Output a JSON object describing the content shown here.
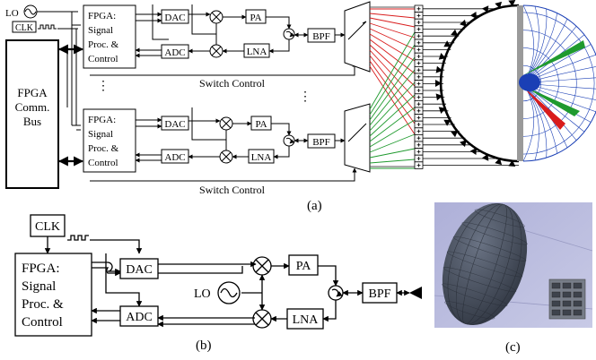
{
  "labels": {
    "lo": "LO",
    "clk": "CLK",
    "fpga_line1": "FPGA:",
    "fpga_line2": "Signal",
    "fpga_line3": "Proc. &",
    "fpga_line4": "Control",
    "dac": "DAC",
    "adc": "ADC",
    "pa": "PA",
    "lna": "LNA",
    "bpf": "BPF",
    "comm_line1": "FPGA",
    "comm_line2": "Comm.",
    "comm_line3": "Bus",
    "switch_control": "Switch Control",
    "vdots": "⋮"
  },
  "captions": {
    "a": "(a)",
    "b": "(b)",
    "c": "(c)"
  },
  "colors": {
    "red_ray": "#d91c1c",
    "green_ray": "#1f9a2e",
    "blue_ray": "#1a3fb5",
    "lens_gray": "#9a9a9a",
    "render_bg": "#b7b9dc",
    "lens_dark": "#3c4452"
  }
}
